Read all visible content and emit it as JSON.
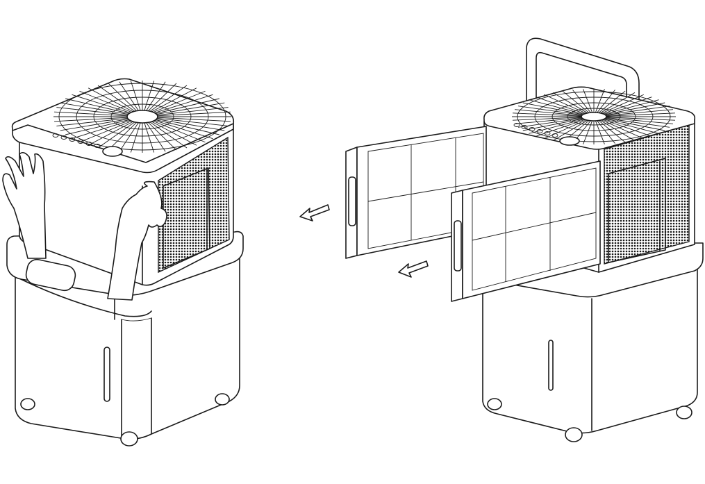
{
  "figure": {
    "left_panel": {
      "step": "remove-front-cover",
      "hands": 2
    },
    "right_panel": {
      "step": "slide-out-filters",
      "filters": 2,
      "arrows": 2
    },
    "colors": {
      "line": "#1a1a1a",
      "background": "#ffffff",
      "mesh": "#1a1a1a"
    },
    "icons": [
      "hand-icon",
      "arrow-left-icon",
      "filter-icon",
      "wheel-icon"
    ]
  }
}
